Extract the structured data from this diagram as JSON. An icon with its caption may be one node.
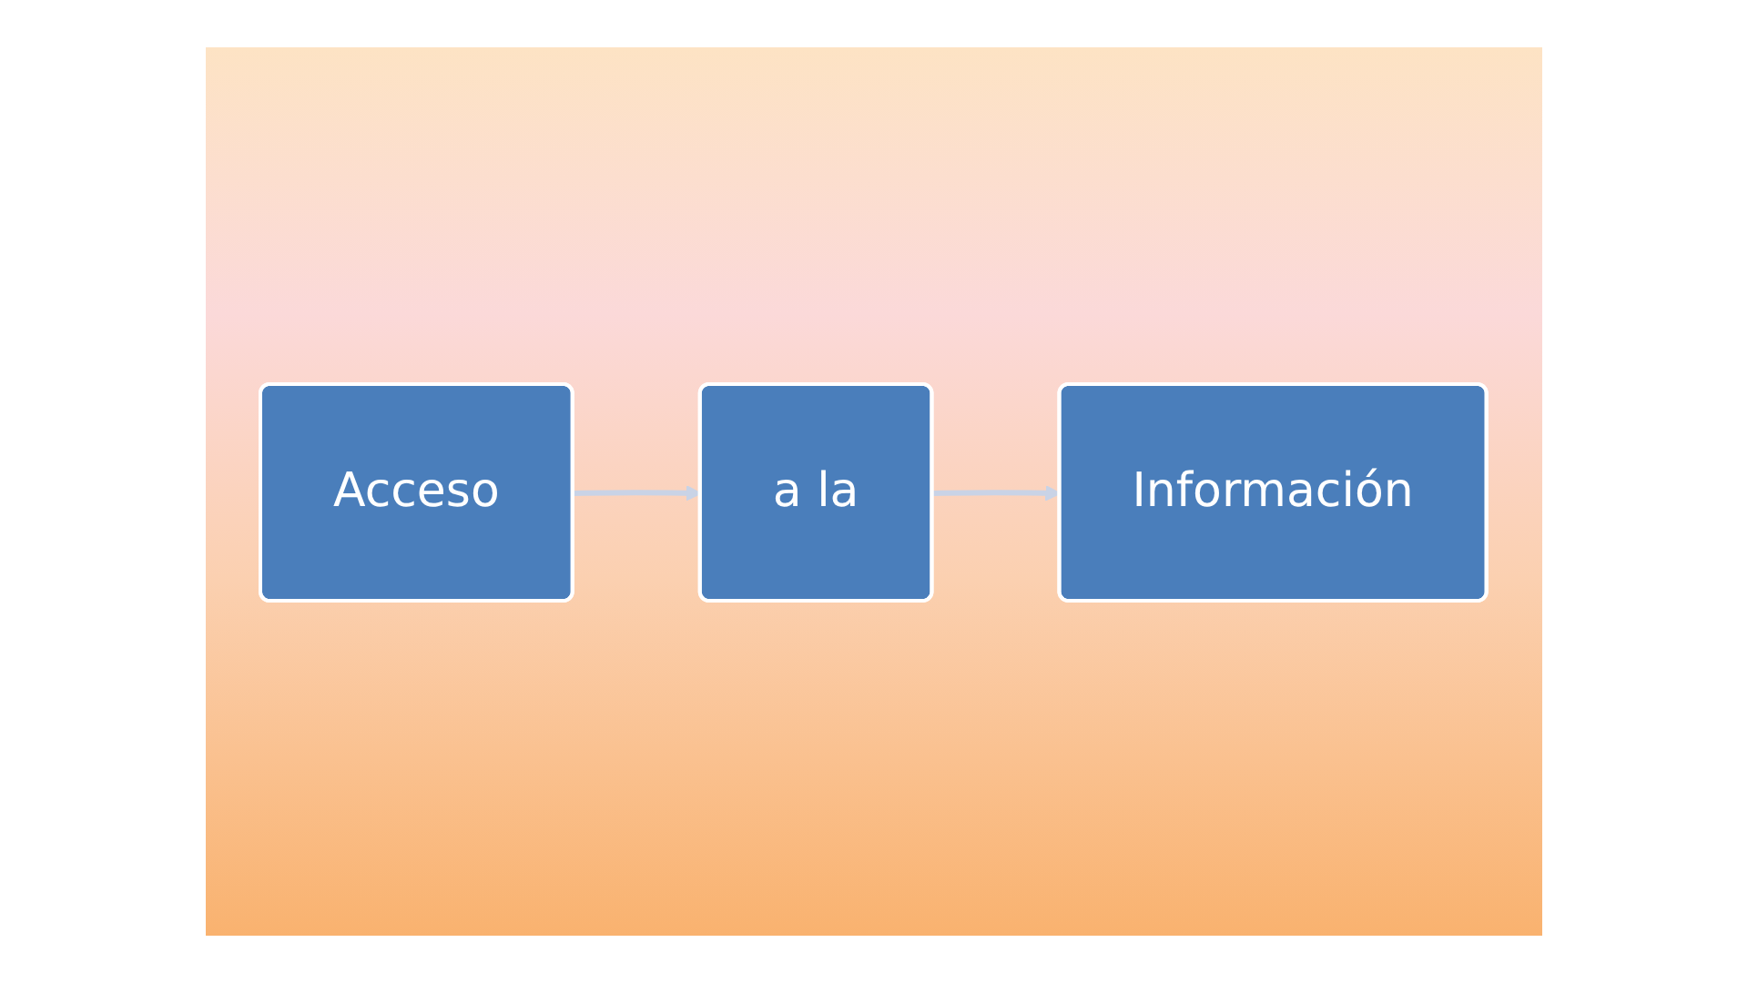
{
  "diagram": {
    "nodes": [
      {
        "text": [
          "Acceso"
        ]
      },
      {
        "text": [
          "a la"
        ]
      },
      {
        "text": [
          "Información"
        ]
      }
    ],
    "edges": [
      {
        "from": 0,
        "to": 1,
        "arrow": "to",
        "color": "#c9d3e6"
      },
      {
        "from": 1,
        "to": 2,
        "arrow": "to",
        "color": "#c9d3e6"
      }
    ]
  }
}
